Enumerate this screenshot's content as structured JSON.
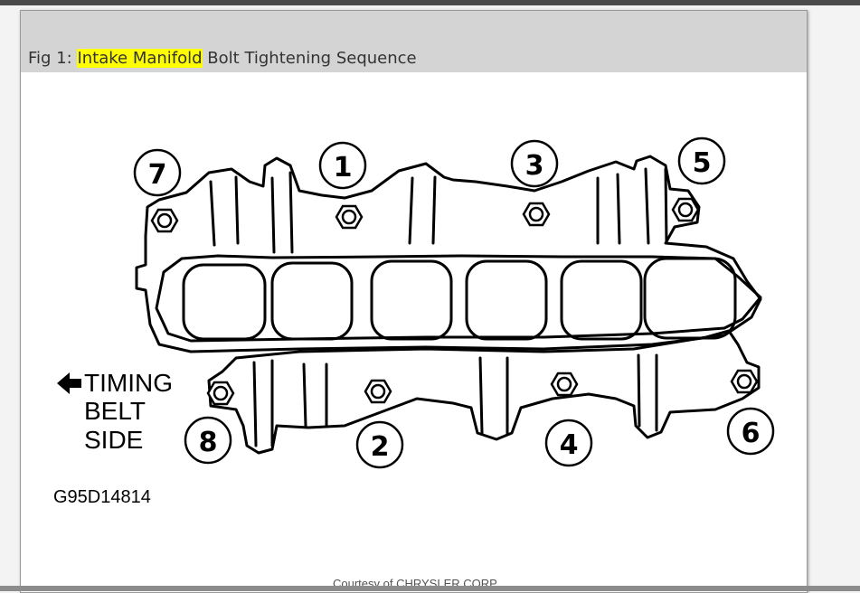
{
  "figure": {
    "caption_prefix": "Fig 1: ",
    "caption_highlight": "Intake Manifold",
    "caption_suffix": " Bolt Tightening Sequence",
    "highlight_color": "#ffff00"
  },
  "diagram": {
    "bolts": [
      {
        "number": "1"
      },
      {
        "number": "2"
      },
      {
        "number": "3"
      },
      {
        "number": "4"
      },
      {
        "number": "5"
      },
      {
        "number": "6"
      },
      {
        "number": "7"
      },
      {
        "number": "8"
      }
    ],
    "side_label_lines": [
      "TIMING",
      "BELT",
      "SIDE"
    ],
    "figure_code": "G95D14814"
  },
  "credit": "Courtesy of CHRYSLER CORP."
}
